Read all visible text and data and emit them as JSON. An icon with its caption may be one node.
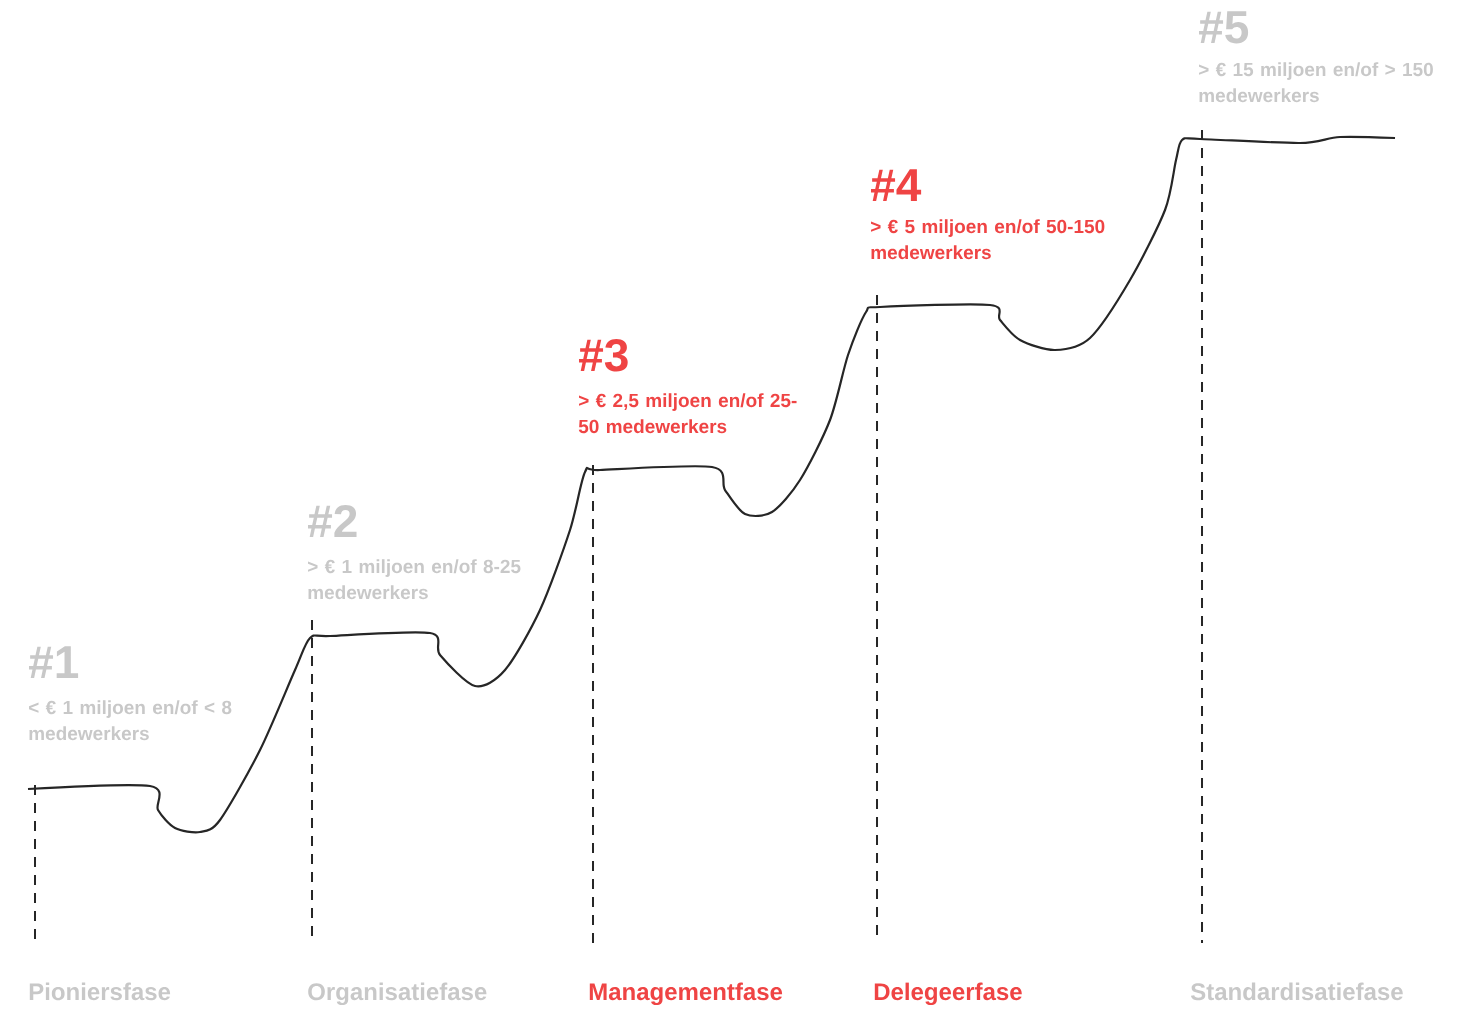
{
  "diagram": {
    "labels": [
      "#1",
      "< € 1 miljoen en/of < 8 medewerkers",
      "#2",
      "> € 1 miljoen en/of 8-25 medewerkers",
      "#3",
      "> € 2,5 miljoen en/of 25-50 medewerkers",
      "#4",
      "> € 5 miljoen en/of 50-150 medewerkers",
      "#5",
      "> € 15 miljoen en/of > 150 medewerkers",
      "Pioniersfase",
      "Organisatiefase",
      "Managementfase",
      "Delegeerfase",
      "Standardisatiefase"
    ]
  }
}
